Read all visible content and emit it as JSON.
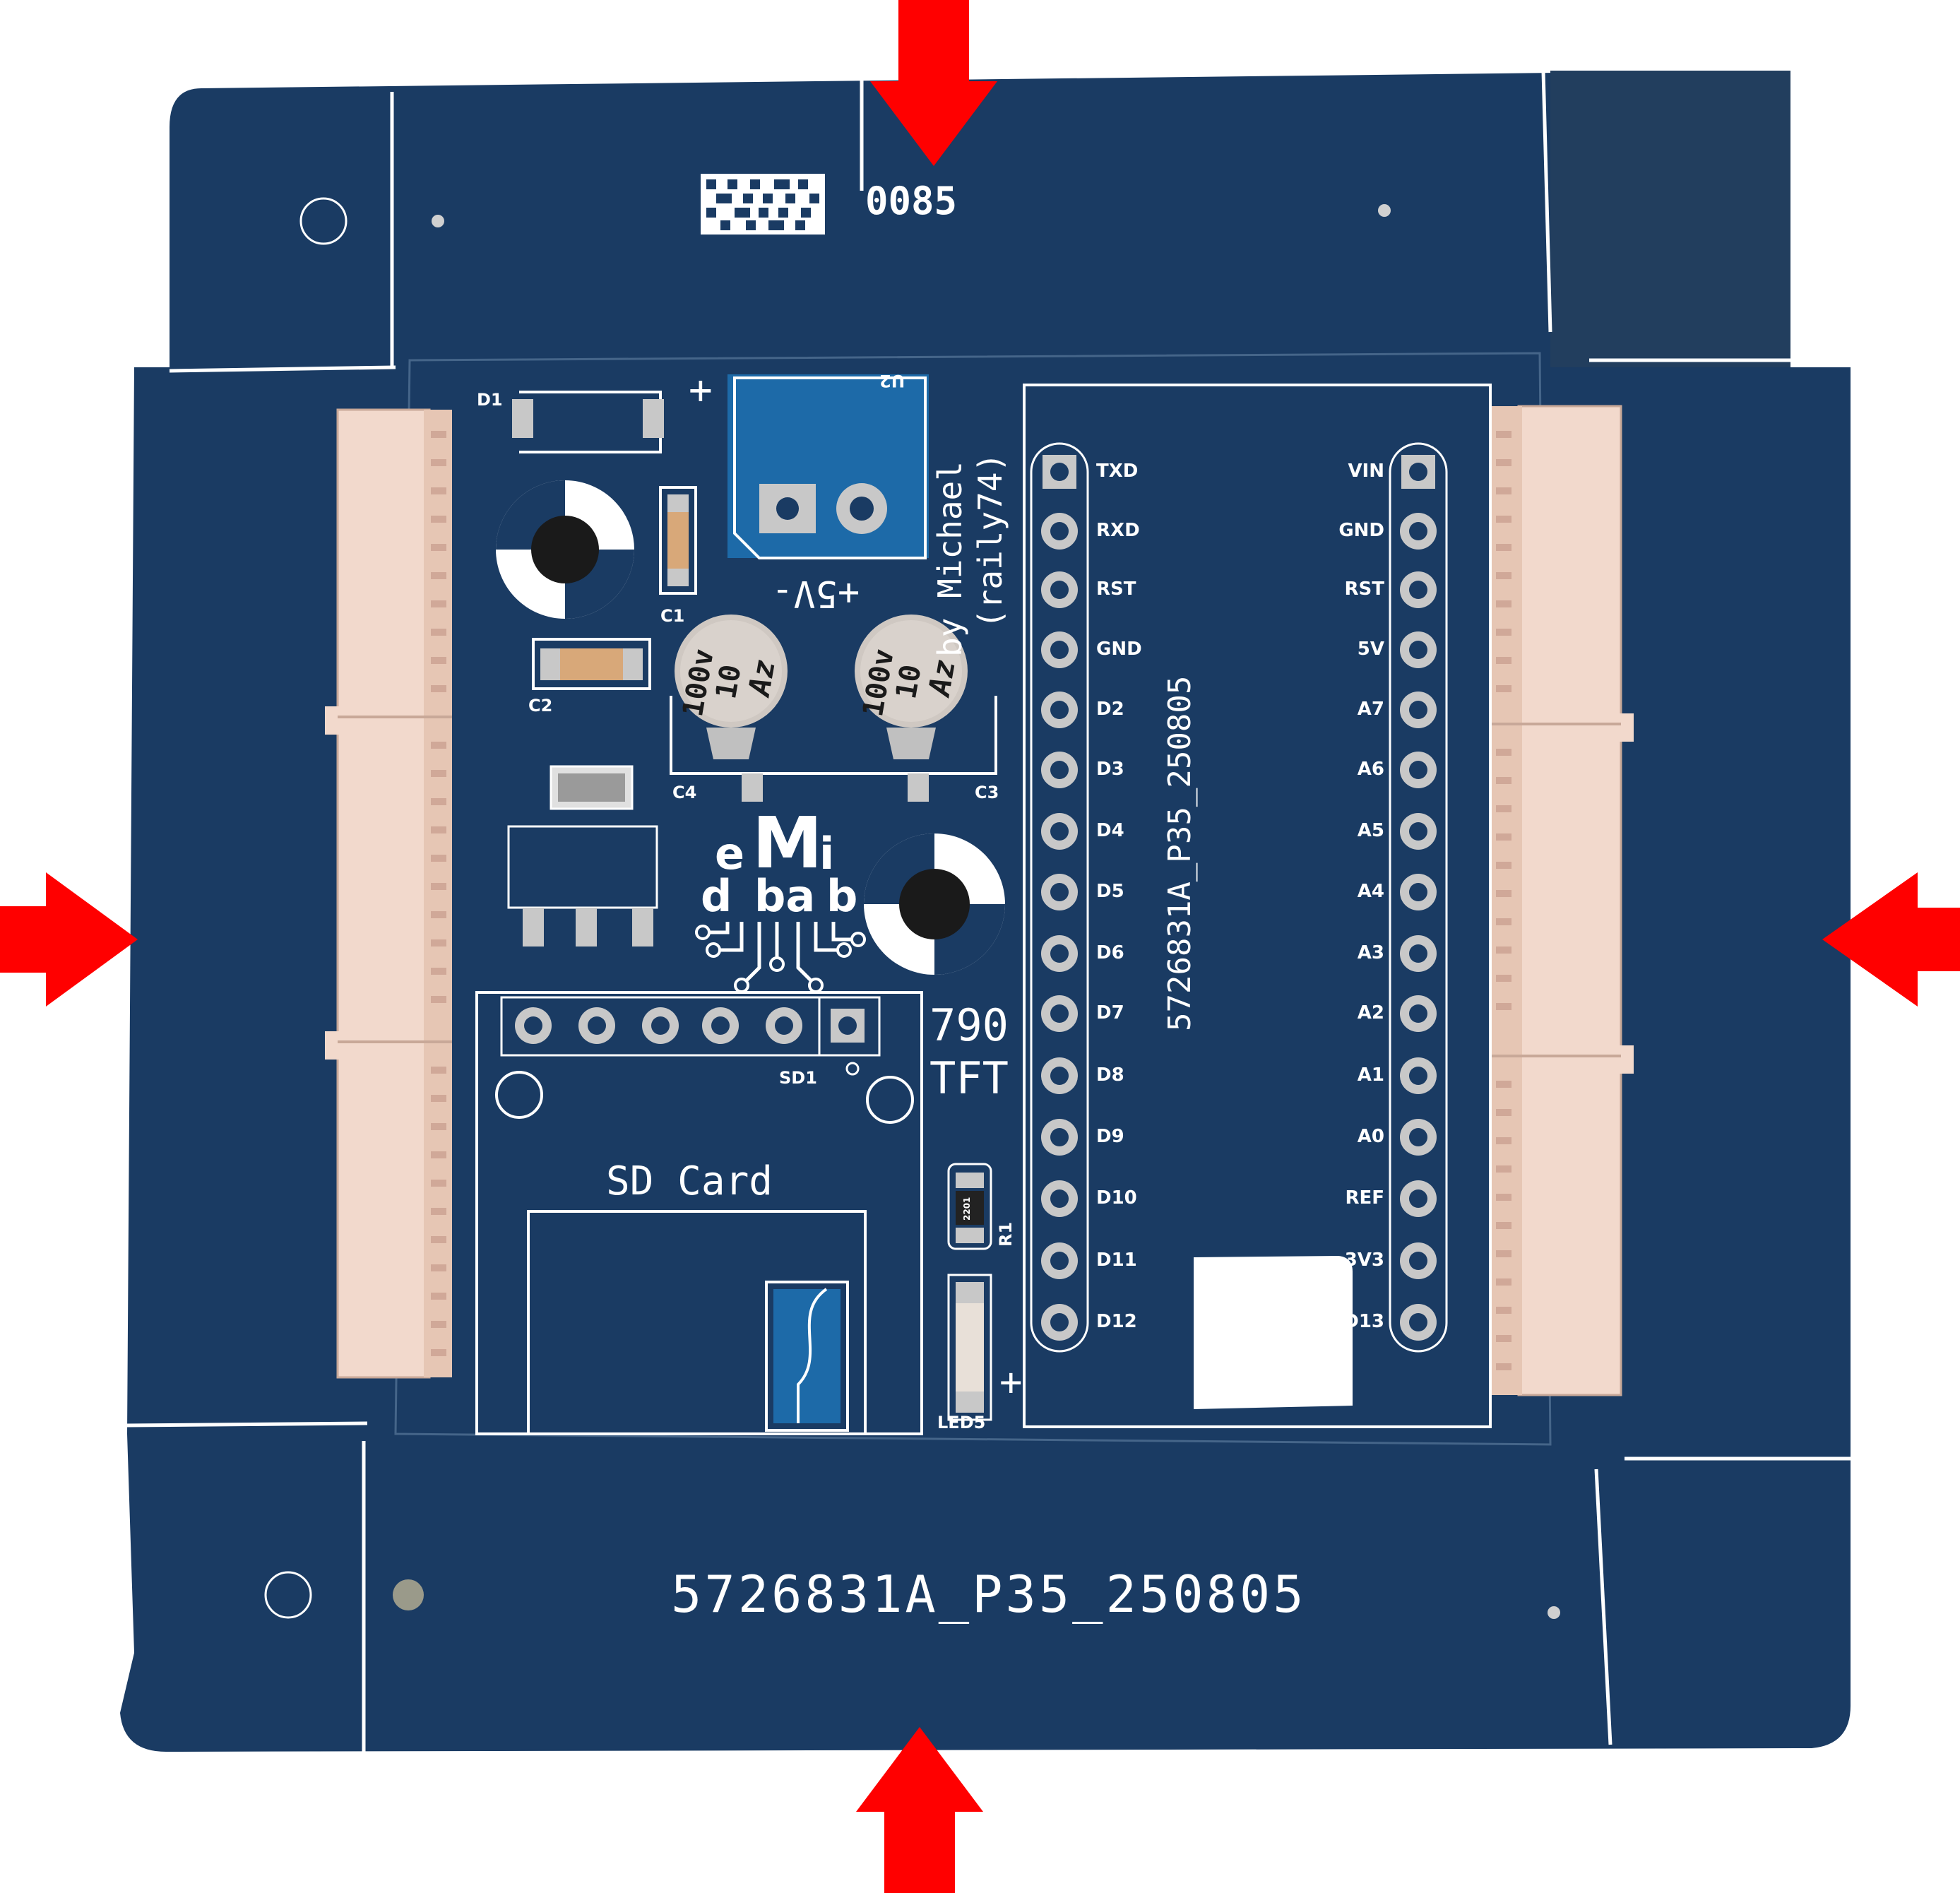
{
  "board": {
    "serial": "0085",
    "panel_code": "5726831A_P35_250805",
    "vertical_code": "5726831A_P35_250805",
    "author_line1": "by Michael",
    "author_line2": "(raily74)",
    "supply_label": "+5V-",
    "plus_sign": "+",
    "tft_line1": "790",
    "tft_line2": "TFT",
    "sd_card_label": "SD Card",
    "logo": {
      "top_left": "e",
      "top_mid": "M",
      "top_right": "i",
      "bottom_left": "d",
      "bottom_mid": "ba",
      "bottom_right": "b"
    },
    "designators": {
      "d1": "D1",
      "u2": "U2",
      "c1": "C1",
      "c2": "C2",
      "c3": "C3",
      "c4": "C4",
      "sd1": "SD1",
      "r1": "R1",
      "led5": "LED5",
      "r1_marking": "2201"
    },
    "cap_marking": {
      "line1": "100v",
      "line2": "10",
      "line3": "Az"
    },
    "left_pins": [
      "TXD",
      "RXD",
      "RST",
      "GND",
      "D2",
      "D3",
      "D4",
      "D5",
      "D6",
      "D7",
      "D8",
      "D9",
      "D10",
      "D11",
      "D12"
    ],
    "right_pins": [
      "VIN",
      "GND",
      "RST",
      "5V",
      "A7",
      "A6",
      "A5",
      "A4",
      "A3",
      "A2",
      "A1",
      "A0",
      "REF",
      "3V3",
      "D13"
    ]
  },
  "colors": {
    "pcb": "#1a3b63",
    "silkscreen": "#ffffff",
    "connector": "#f2d9cc",
    "arrow": "#ff0000",
    "pad": "#c8c8c8",
    "gold": "#b39a6a"
  }
}
